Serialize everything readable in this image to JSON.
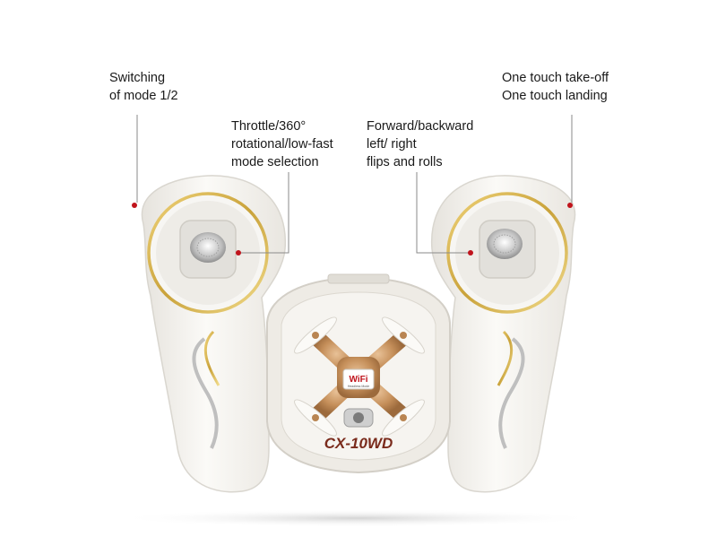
{
  "callouts": {
    "mode_switch": {
      "lines": [
        "Switching",
        "of mode 1/2"
      ]
    },
    "throttle": {
      "lines": [
        "Throttle/360°",
        "rotational/low-fast",
        "mode selection"
      ]
    },
    "flips": {
      "lines": [
        "Forward/backward",
        "left/ right",
        "flips and rolls"
      ]
    },
    "takeoff_landing": {
      "lines": [
        "One touch take-off",
        "One touch landing"
      ]
    }
  },
  "product": {
    "model_logo": "CX-10WD",
    "badge_text": "WiFi",
    "badge_subtext": "Headless Mode"
  },
  "colors": {
    "callout_dot": "#c0141c",
    "callout_line": "#8a8a8a",
    "shell": "#f4f2ee",
    "gold_trim": "#d8b84a",
    "drone_body": "#c9935e"
  }
}
